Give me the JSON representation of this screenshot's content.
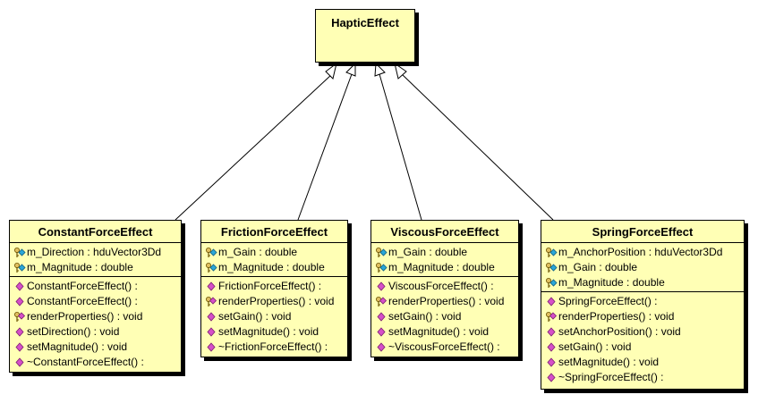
{
  "base_class": {
    "name": "HapticEffect"
  },
  "classes": [
    {
      "name": "ConstantForceEffect",
      "attributes": [
        {
          "text": "m_Direction : hduVector3Dd",
          "icon": "protected-attribute-icon"
        },
        {
          "text": "m_Magnitude : double",
          "icon": "protected-attribute-icon"
        }
      ],
      "operations": [
        {
          "text": "ConstantForceEffect() :",
          "icon": "public-operation-icon"
        },
        {
          "text": "ConstantForceEffect() :",
          "icon": "public-operation-icon"
        },
        {
          "text": "renderProperties() : void",
          "icon": "protected-operation-icon"
        },
        {
          "text": "setDirection() : void",
          "icon": "public-operation-icon"
        },
        {
          "text": "setMagnitude() : void",
          "icon": "public-operation-icon"
        },
        {
          "text": "~ConstantForceEffect() :",
          "icon": "public-operation-icon"
        }
      ]
    },
    {
      "name": "FrictionForceEffect",
      "attributes": [
        {
          "text": "m_Gain : double",
          "icon": "protected-attribute-icon"
        },
        {
          "text": "m_Magnitude : double",
          "icon": "protected-attribute-icon"
        }
      ],
      "operations": [
        {
          "text": "FrictionForceEffect() :",
          "icon": "public-operation-icon"
        },
        {
          "text": "renderProperties() : void",
          "icon": "protected-operation-icon"
        },
        {
          "text": "setGain() : void",
          "icon": "public-operation-icon"
        },
        {
          "text": "setMagnitude() : void",
          "icon": "public-operation-icon"
        },
        {
          "text": "~FrictionForceEffect() :",
          "icon": "public-operation-icon"
        }
      ]
    },
    {
      "name": "ViscousForceEffect",
      "attributes": [
        {
          "text": "m_Gain : double",
          "icon": "protected-attribute-icon"
        },
        {
          "text": "m_Magnitude : double",
          "icon": "protected-attribute-icon"
        }
      ],
      "operations": [
        {
          "text": "ViscousForceEffect() :",
          "icon": "public-operation-icon"
        },
        {
          "text": "renderProperties() : void",
          "icon": "protected-operation-icon"
        },
        {
          "text": "setGain() : void",
          "icon": "public-operation-icon"
        },
        {
          "text": "setMagnitude() : void",
          "icon": "public-operation-icon"
        },
        {
          "text": "~ViscousForceEffect() :",
          "icon": "public-operation-icon"
        }
      ]
    },
    {
      "name": "SpringForceEffect",
      "attributes": [
        {
          "text": "m_AnchorPosition : hduVector3Dd",
          "icon": "protected-attribute-icon"
        },
        {
          "text": "m_Gain : double",
          "icon": "protected-attribute-icon"
        },
        {
          "text": "m_Magnitude : double",
          "icon": "protected-attribute-icon"
        }
      ],
      "operations": [
        {
          "text": "SpringForceEffect() :",
          "icon": "public-operation-icon"
        },
        {
          "text": "renderProperties() : void",
          "icon": "protected-operation-icon"
        },
        {
          "text": "setAnchorPosition() : void",
          "icon": "public-operation-icon"
        },
        {
          "text": "setGain() : void",
          "icon": "public-operation-icon"
        },
        {
          "text": "setMagnitude() : void",
          "icon": "public-operation-icon"
        },
        {
          "text": "~SpringForceEffect() :",
          "icon": "public-operation-icon"
        }
      ]
    }
  ],
  "colors": {
    "class_fill": "#ffffb5",
    "line": "#000000",
    "operation_icon": "#d64fc8",
    "attribute_icon": "#2aa7d8",
    "key_icon": "#c9a233"
  }
}
